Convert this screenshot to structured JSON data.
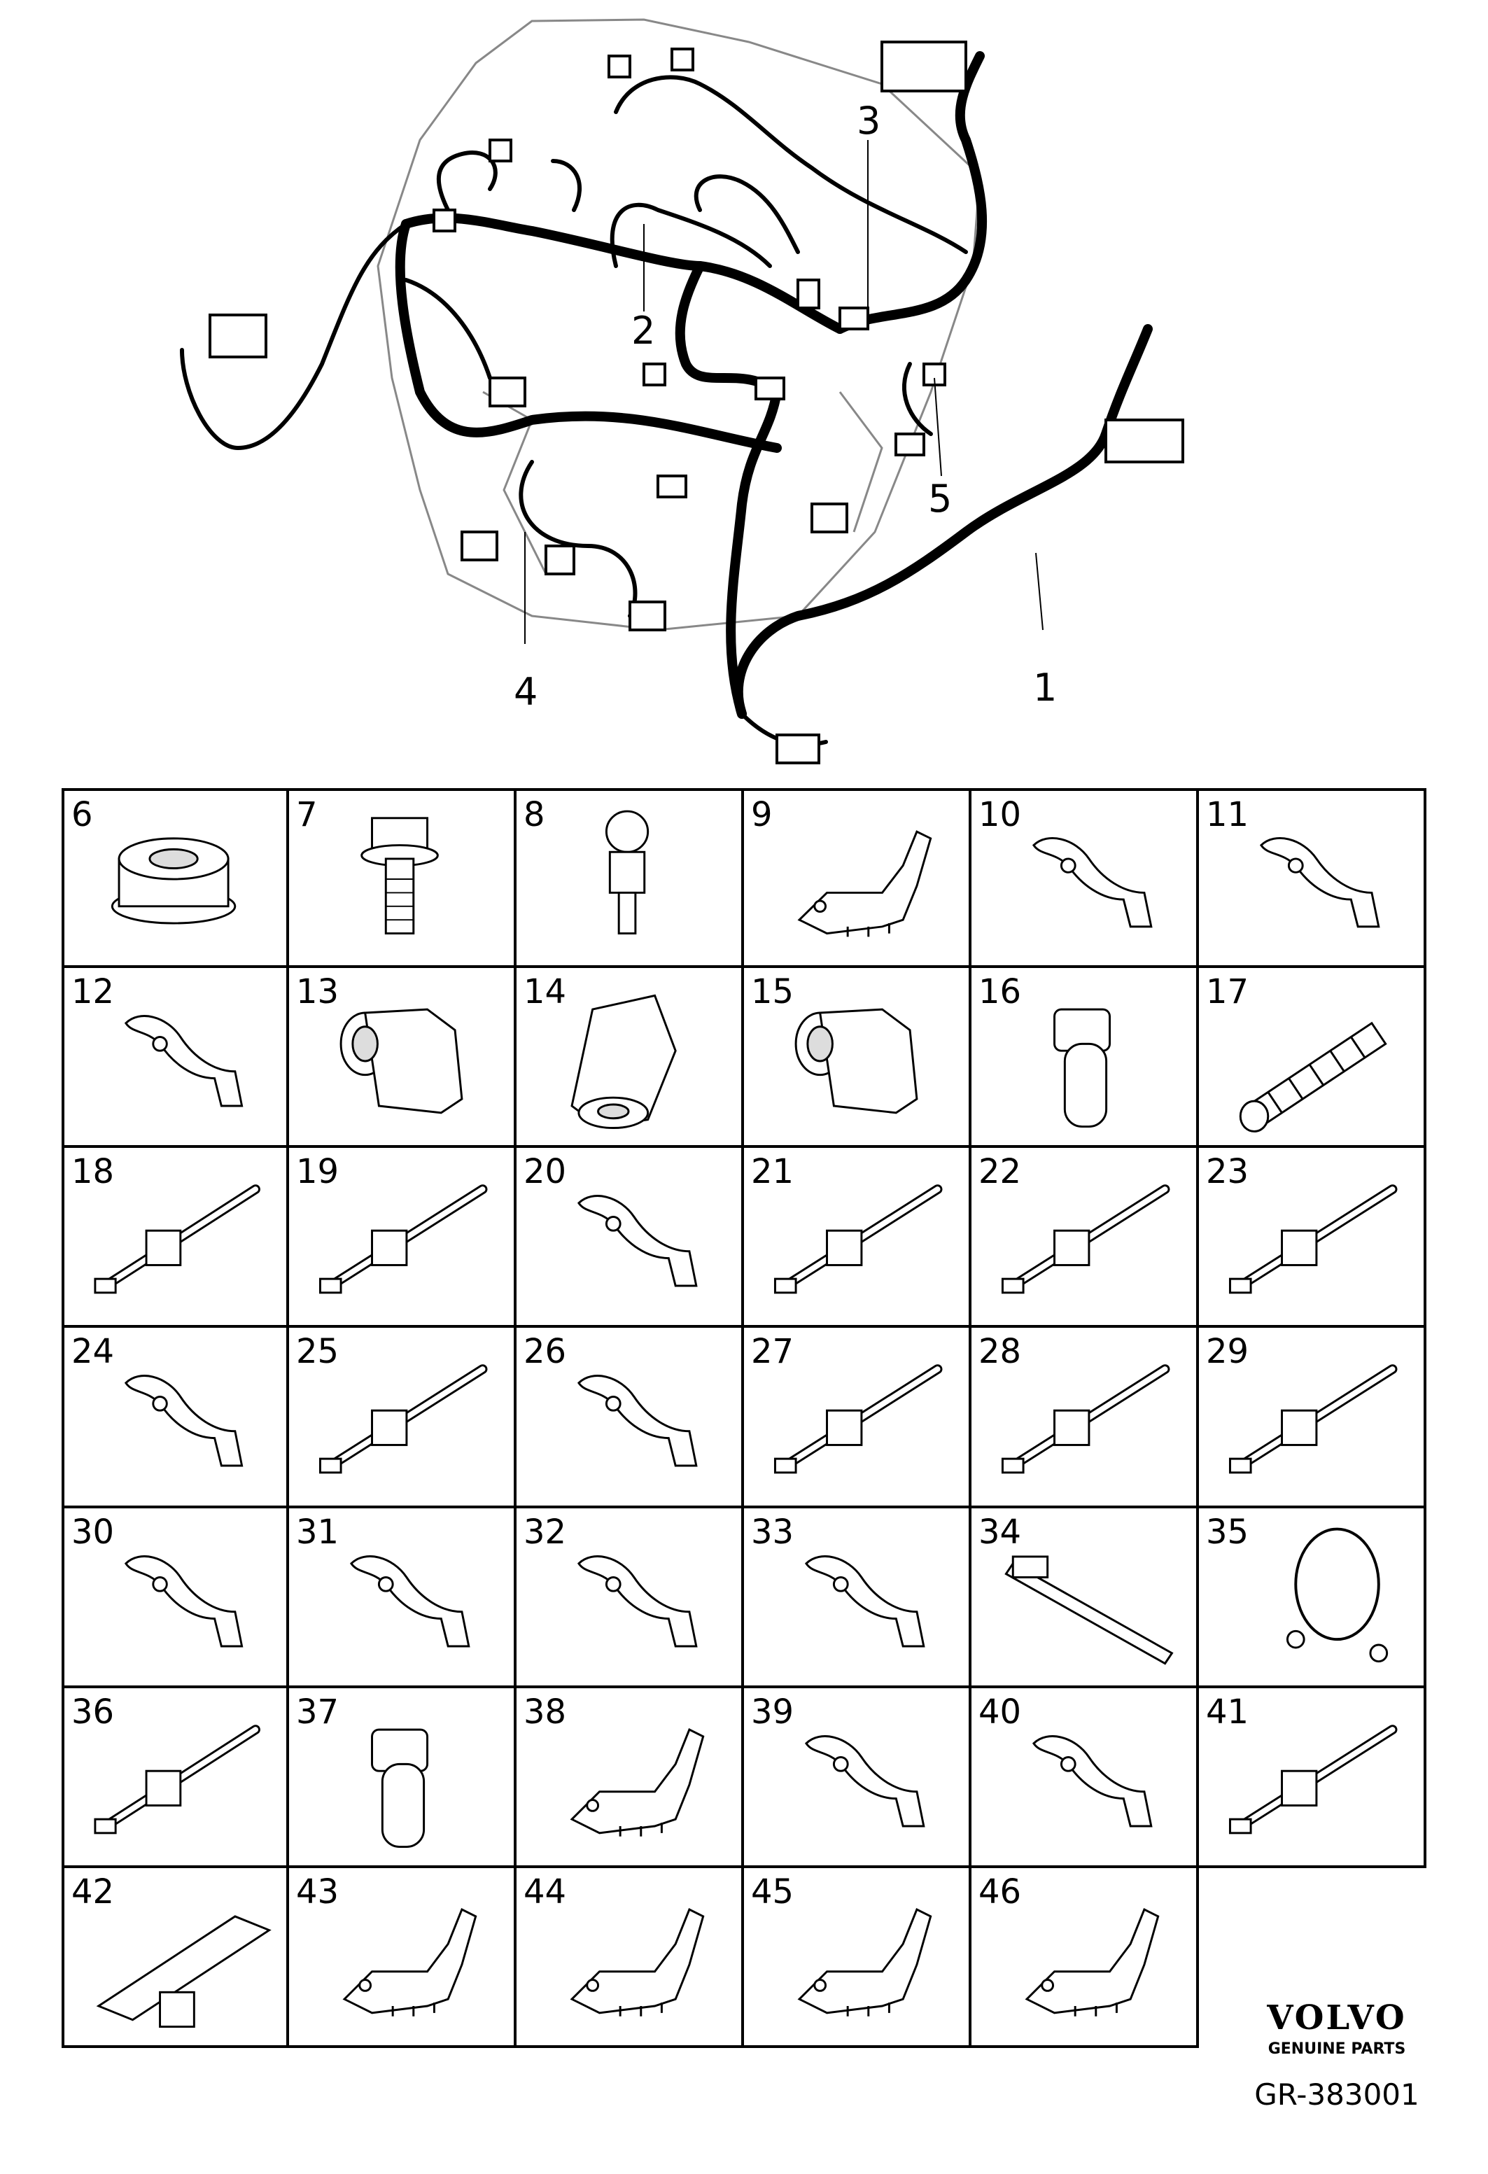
{
  "callouts": [
    "1",
    "2",
    "3",
    "4",
    "5"
  ],
  "parts": [
    "6",
    "7",
    "8",
    "9",
    "10",
    "11",
    "12",
    "13",
    "14",
    "15",
    "16",
    "17",
    "18",
    "19",
    "20",
    "21",
    "22",
    "23",
    "24",
    "25",
    "26",
    "27",
    "28",
    "29",
    "30",
    "31",
    "32",
    "33",
    "34",
    "35",
    "36",
    "37",
    "38",
    "39",
    "40",
    "41",
    "42",
    "43",
    "44",
    "45",
    "46"
  ],
  "brand": {
    "logo": "VOLVO",
    "tagline": "GENUINE PARTS",
    "code": "GR-383001"
  }
}
